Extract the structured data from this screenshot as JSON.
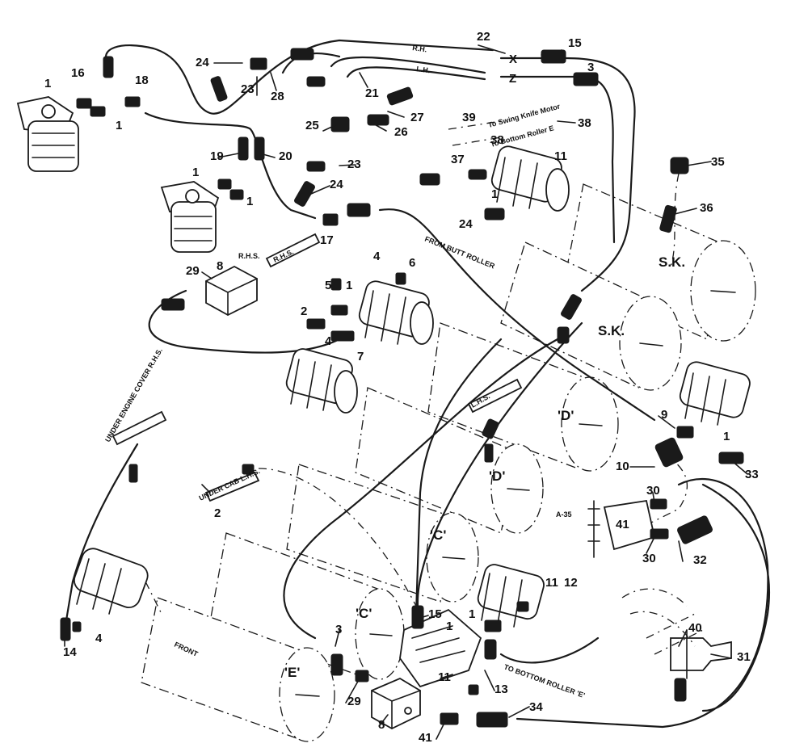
{
  "callouts": {
    "n1": "1",
    "n2": "2",
    "n3": "3",
    "n4": "4",
    "n5": "5",
    "n6": "6",
    "n7": "7",
    "n8": "8",
    "n9": "9",
    "n10": "10",
    "n11": "11",
    "n12": "12",
    "n13": "13",
    "n14": "14",
    "n15": "15",
    "n16": "16",
    "n17": "17",
    "n18": "18",
    "n19": "19",
    "n20": "20",
    "n21": "21",
    "n22": "22",
    "n23": "23",
    "n24": "24",
    "n25": "25",
    "n26": "26",
    "n27": "27",
    "n28": "28",
    "n29": "29",
    "n30": "30",
    "n31": "31",
    "n32": "32",
    "n33": "33",
    "n34": "34",
    "n35": "35",
    "n36": "36",
    "n37": "37",
    "n38": "38",
    "n39": "39",
    "n40": "40",
    "n41": "41"
  },
  "annotations": {
    "rh": "R.H.",
    "lh": "L.H.",
    "x": "X",
    "z": "Z",
    "rhs": "R.H.S.",
    "rhs_valve": "R.H.S.",
    "lhs": "L.H.S.",
    "to_swing_knife_motor": "To Swing Knife Motor",
    "to_bottom_roller_e_top": "To Bottom Roller E",
    "from_butt_roller": "FROM BUTT ROLLER",
    "under_engine_cover_rhs": "UNDER ENGINE COVER R.H.S.",
    "under_cab_lhs": "UNDER CAB L.H.S.",
    "to_bottom_roller_e": "TO BOTTOM ROLLER 'E'",
    "a35": "A-35",
    "front": "FRONT"
  },
  "roller_labels": {
    "sk1": "S.K.",
    "sk2": "S.K.",
    "d1": "'D'",
    "d2": "'D'",
    "c1": "'C'",
    "c2": "'C'",
    "e": "'E'"
  }
}
